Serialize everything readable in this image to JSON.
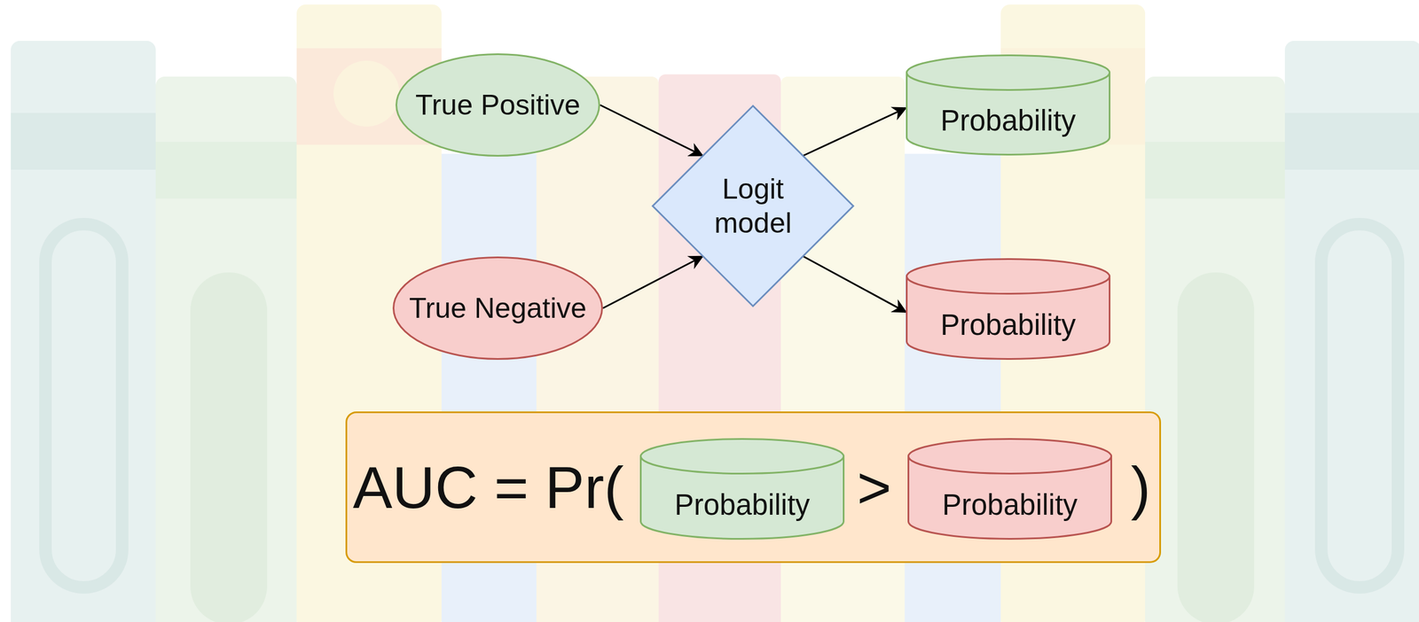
{
  "diagram": {
    "nodes": [
      {
        "text": [
          "True Positive"
        ]
      },
      {
        "text": [
          "True Negative"
        ]
      },
      {
        "text": [
          "Logit model"
        ]
      },
      {
        "text": [
          "Probability"
        ]
      },
      {
        "text": [
          "Probability"
        ]
      },
      {
        "text": [
          "AUC = Pr(",
          ">",
          ")"
        ]
      },
      {
        "text": [
          "Probability"
        ],
        "in": 5
      },
      {
        "text": [
          "Probability"
        ],
        "in": 5
      }
    ],
    "edges": [
      {
        "from": 0,
        "to": 2,
        "arrow": "to"
      },
      {
        "from": 1,
        "to": 2,
        "arrow": "to"
      },
      {
        "from": 2,
        "to": 3,
        "arrow": "to"
      },
      {
        "from": 2,
        "to": 4,
        "arrow": "to"
      }
    ]
  }
}
